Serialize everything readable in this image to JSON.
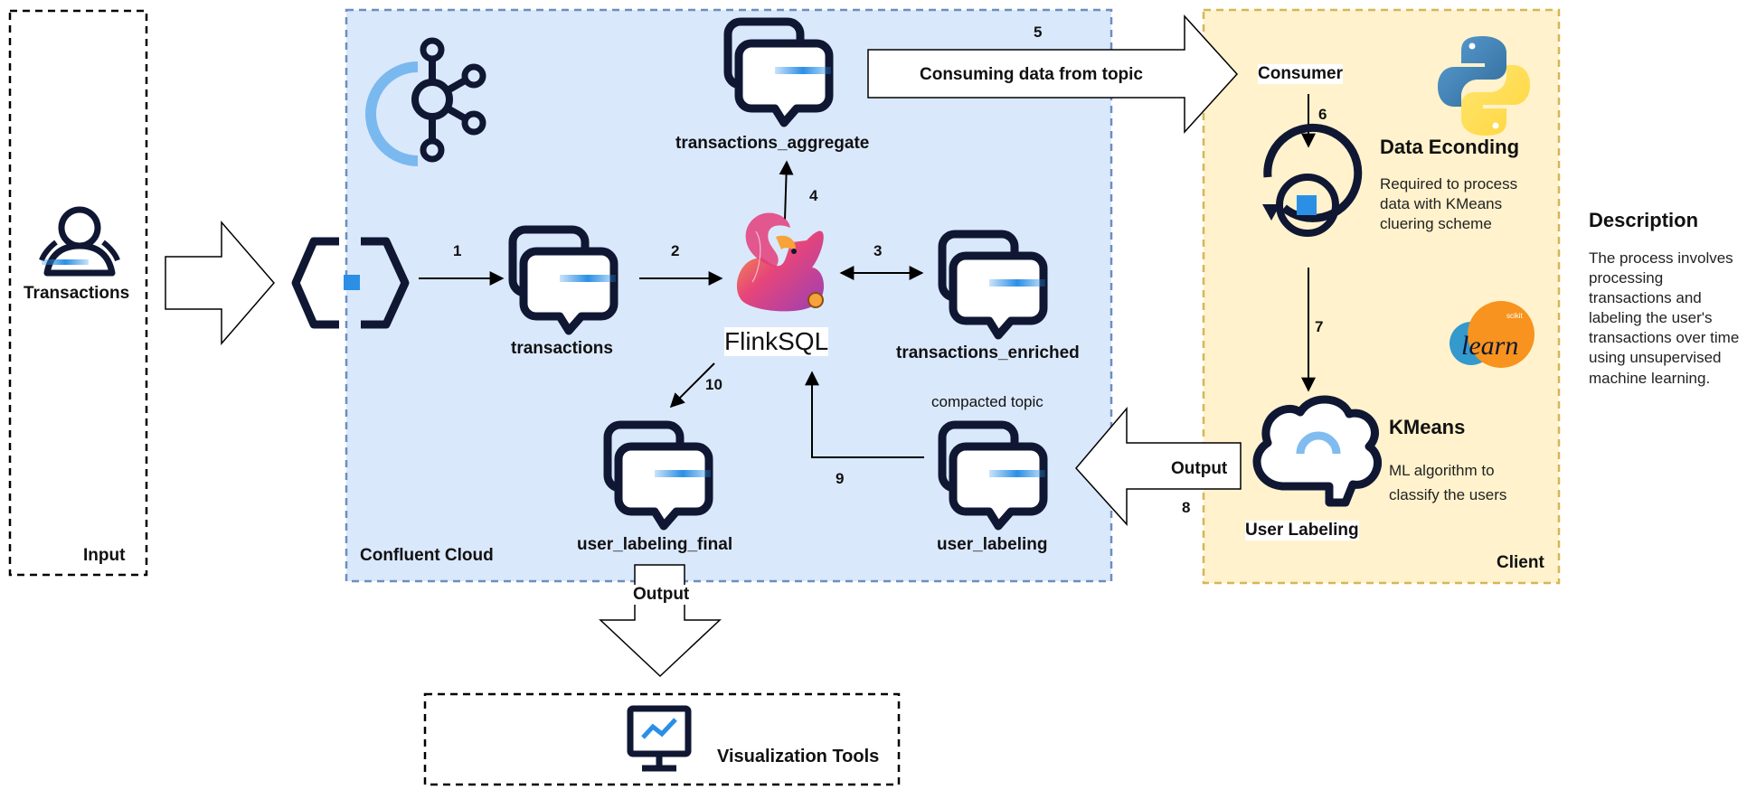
{
  "colors": {
    "confluent_bg": "#dae8fc",
    "confluent_border": "#6c8ebf",
    "client_bg": "#fff2cc",
    "client_border": "#d6b656",
    "icon_dark": "#0f1733",
    "icon_accent": "#2b8fe6",
    "python_blue": "#3776ab",
    "python_yellow": "#ffd43b",
    "sklearn_orange": "#f7931e",
    "sklearn_blue": "#3499cd"
  },
  "icons": {
    "kafka": "kafka-cluster-icon",
    "connector": "connector-hexagon-icon",
    "topic": "topic-messages-icon",
    "flink": "flink-squirrel-icon",
    "python": "python-logo-icon",
    "sklearn": "scikit-learn-logo-icon",
    "encoding": "data-encoding-cycle-icon",
    "ml": "brain-ml-icon",
    "user": "user-icon",
    "monitor": "monitor-chart-icon"
  },
  "input": {
    "group_label": "Input",
    "source_label": "Transactions"
  },
  "confluent": {
    "group_label": "Confluent Cloud",
    "flink_label": "FlinkSQL",
    "topics": {
      "transactions": "transactions",
      "aggregate": "transactions_aggregate",
      "enriched": "transactions_enriched",
      "labeling_final": "user_labeling_final",
      "labeling": "user_labeling"
    },
    "compacted_note": "compacted topic"
  },
  "flows": {
    "step1": "1",
    "step2": "2",
    "step3": "3",
    "step4": "4",
    "step5": "5",
    "step6": "6",
    "step7": "7",
    "step8": "8",
    "step9": "9",
    "step10": "10",
    "consume_label": "Consuming data from topic",
    "output_label": "Output",
    "client_output_label": "Output"
  },
  "client": {
    "group_label": "Client",
    "consumer_label": "Consumer",
    "encoding_title": "Data Econding",
    "encoding_desc": "Required to process data with KMeans cluering scheme",
    "kmeans_title": "KMeans",
    "kmeans_desc": "ML algorithm to classify the users",
    "labeling_label": "User Labeling",
    "sklearn_small": "scikit",
    "sklearn_text": "learn"
  },
  "visualization": {
    "label": "Visualization Tools"
  },
  "description": {
    "title": "Description",
    "body": "The process involves processing transactions and labeling the user's transactions over time using unsupervised machine learning."
  }
}
